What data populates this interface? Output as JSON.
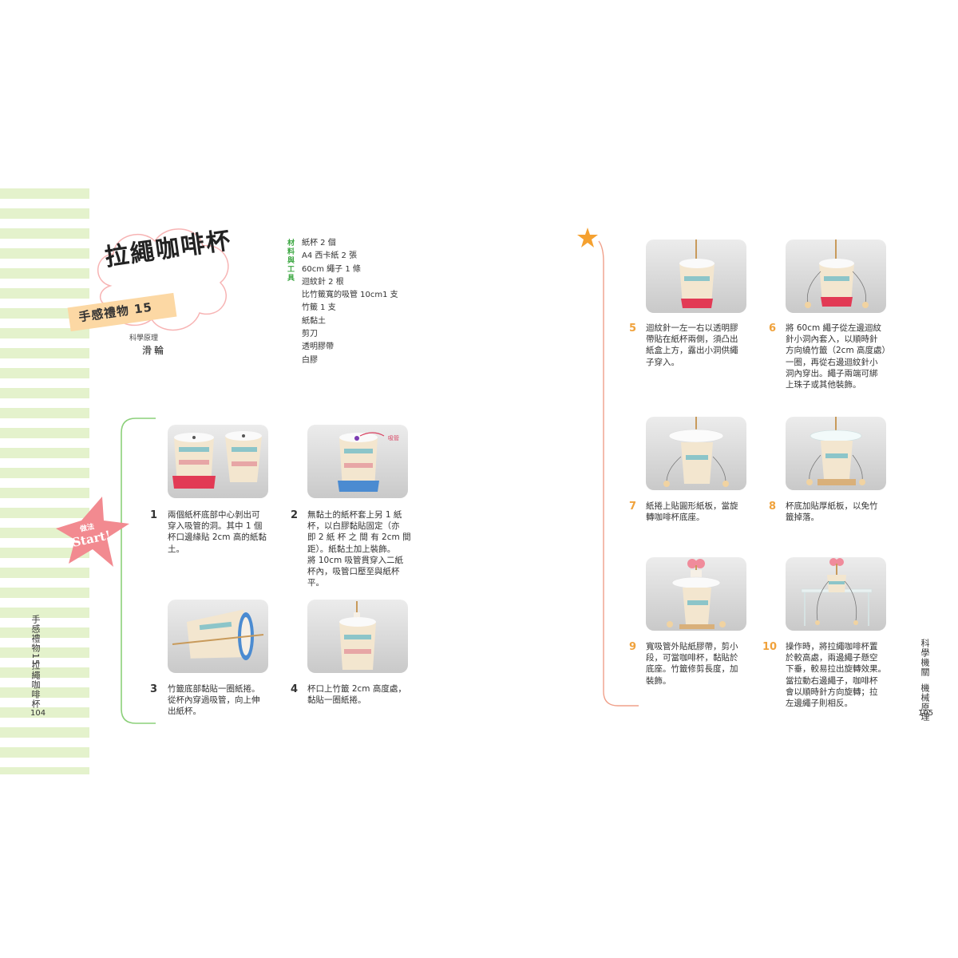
{
  "left_page": {
    "title": "拉繩咖啡杯",
    "series_label": "手感禮物 15",
    "science_label": "科學原理",
    "science_value": "滑輪",
    "materials_label": "材料與工具",
    "materials": [
      "紙杯 2 個",
      "A4 西卡紙 2 張",
      "60cm 繩子 1 條",
      "迴紋針 2 根",
      "比竹籤寬的吸管 10cm1 支",
      "竹籤 1 支",
      "紙黏土",
      "剪刀",
      "透明膠帶",
      "白膠"
    ],
    "start_badge_top": "做法",
    "start_badge_bottom": "Start!",
    "side_text_a": "手感禮物15",
    "side_text_b": "拉繩咖啡杯",
    "page_number": "104",
    "straw_label": "吸管"
  },
  "steps": [
    {
      "num": "1",
      "lines": [
        "兩個紙杯底部中心剝出可",
        "穿入吸管的洞。其中 1 個",
        "杯口邊緣貼 2cm 高的紙黏",
        "土。"
      ]
    },
    {
      "num": "2",
      "lines": [
        "無黏土的紙杯套上另 1 紙",
        "杯，以白膠黏貼固定（亦",
        "即 2 紙 杯 之 間 有 2cm 間",
        "距）。紙黏土加上裝飾。",
        "將 10cm 吸管貫穿入二紙",
        "杯內，吸管口壓至與紙杯",
        "平。"
      ]
    },
    {
      "num": "3",
      "lines": [
        "竹籤底部黏貼一圈紙捲。",
        "從杯內穿過吸管，向上伸",
        "出紙杯。"
      ]
    },
    {
      "num": "4",
      "lines": [
        "杯口上竹籤 2cm 高度處，",
        "黏貼一圈紙捲。"
      ]
    },
    {
      "num": "5",
      "lines": [
        "迴紋針一左一右以透明膠",
        "帶貼在紙杯兩側，須凸出",
        "紙盒上方，露出小洞供繩",
        "子穿入。"
      ]
    },
    {
      "num": "6",
      "lines": [
        "將 60cm 繩子從左邊迴紋",
        "針小洞內套入，以順時針",
        "方向繞竹籤（2cm 高度處）",
        "一圈，再從右邊迴紋針小",
        "洞內穿出。繩子兩端可綁",
        "上珠子或其他裝飾。"
      ]
    },
    {
      "num": "7",
      "lines": [
        "紙捲上貼圓形紙板，當旋",
        "轉咖啡杯底座。"
      ]
    },
    {
      "num": "8",
      "lines": [
        "杯底加貼厚紙板，以免竹",
        "籤掉落。"
      ]
    },
    {
      "num": "9",
      "lines": [
        "寬吸管外貼紙膠帶，剪小",
        "段，可當咖啡杯，黏貼於",
        "底座。竹籤修剪長度，加",
        "裝飾。"
      ]
    },
    {
      "num": "10",
      "lines": [
        "操作時，將拉繩咖啡杯置",
        "於較高處，兩邊繩子懸空",
        "下垂，較易拉出旋轉效果。",
        "當拉動右邊繩子，咖啡杯",
        "會以順時針方向旋轉；拉",
        "左邊繩子則相反。"
      ]
    }
  ],
  "right_page": {
    "side_text_a": "科學機關",
    "side_text_b": "機械原理",
    "page_number": "105"
  },
  "colors": {
    "stripe_green": "#e4f2cc",
    "bracket_green": "#8cd07a",
    "bracket_orange": "#f0a08a",
    "star_pink": "#f28a90",
    "star_orange": "#f5a130",
    "banner": "#fcd8a4",
    "materials_green": "#3aa640",
    "step_orange": "#f0a23c"
  }
}
